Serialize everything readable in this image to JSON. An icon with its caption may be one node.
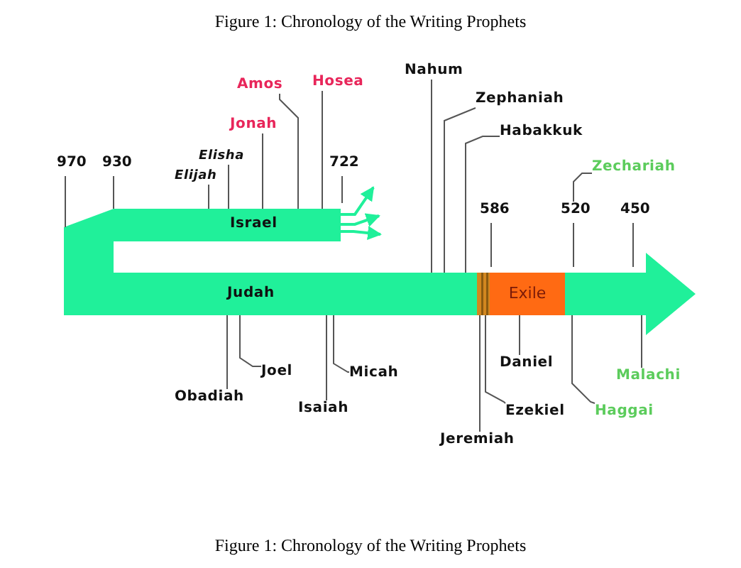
{
  "diagram": {
    "title": "Figure 1: Chronology of the Writing Prophets",
    "caption": "Figure 1: Chronology of the Writing Prophets",
    "nodes": [
      {
        "text": [
          "Nahum"
        ]
      },
      {
        "text": [
          "Amos"
        ]
      },
      {
        "text": [
          "Hosea"
        ]
      },
      {
        "text": [
          "Zephaniah"
        ]
      },
      {
        "text": [
          "Jonah"
        ]
      },
      {
        "text": [
          "Habakkuk"
        ]
      },
      {
        "text": [
          "Elisha"
        ]
      },
      {
        "text": [
          "Elijah"
        ]
      },
      {
        "text": [
          "Zechariah"
        ]
      },
      {
        "text": [
          "Israel"
        ]
      },
      {
        "text": [
          "Judah"
        ]
      },
      {
        "text": [
          "Exile"
        ],
        "in": 10
      },
      {
        "text": [
          "Daniel"
        ]
      },
      {
        "text": [
          "Joel"
        ]
      },
      {
        "text": [
          "Micah"
        ]
      },
      {
        "text": [
          "Malachi"
        ]
      },
      {
        "text": [
          "Obadiah"
        ]
      },
      {
        "text": [
          "Isaiah"
        ]
      },
      {
        "text": [
          "Haggai"
        ]
      },
      {
        "text": [
          "Ezekiel"
        ]
      },
      {
        "text": [
          "Jeremiah"
        ]
      },
      {
        "text": [
          "520"
        ]
      }
    ],
    "edges": [
      {
        "from": 0,
        "to": 10,
        "arrow": "none"
      },
      {
        "from": 1,
        "to": 9,
        "arrow": "none"
      },
      {
        "from": 2,
        "to": 9,
        "arrow": "none"
      },
      {
        "from": 3,
        "to": 10,
        "arrow": "none"
      },
      {
        "from": 4,
        "to": 9,
        "arrow": "none"
      },
      {
        "from": 5,
        "to": 10,
        "arrow": "none"
      },
      {
        "from": 6,
        "to": 9,
        "arrow": "none"
      },
      {
        "from": 7,
        "to": 9,
        "arrow": "none"
      },
      {
        "from": 8,
        "to": 21,
        "arrow": "none"
      },
      {
        "from": 9,
        "to": null,
        "arrow": "to",
        "color": "#20f09a"
      },
      {
        "from": 9,
        "to": null,
        "arrow": "to",
        "color": "#20f09a"
      },
      {
        "from": 9,
        "to": null,
        "arrow": "to",
        "color": "#20f09a"
      },
      {
        "from": 12,
        "to": 11,
        "arrow": "none"
      },
      {
        "from": 13,
        "to": 10,
        "arrow": "none"
      },
      {
        "from": 14,
        "to": 10,
        "arrow": "none"
      },
      {
        "from": 15,
        "to": 10,
        "arrow": "none"
      },
      {
        "from": 16,
        "to": 10,
        "arrow": "none"
      },
      {
        "from": 17,
        "to": 10,
        "arrow": "none"
      },
      {
        "from": 18,
        "to": 10,
        "arrow": "none"
      },
      {
        "from": 19,
        "to": 10,
        "arrow": "none"
      },
      {
        "from": 20,
        "to": 10,
        "arrow": "none"
      }
    ],
    "labels": [
      "970",
      "930",
      "722",
      "586",
      "450"
    ]
  }
}
